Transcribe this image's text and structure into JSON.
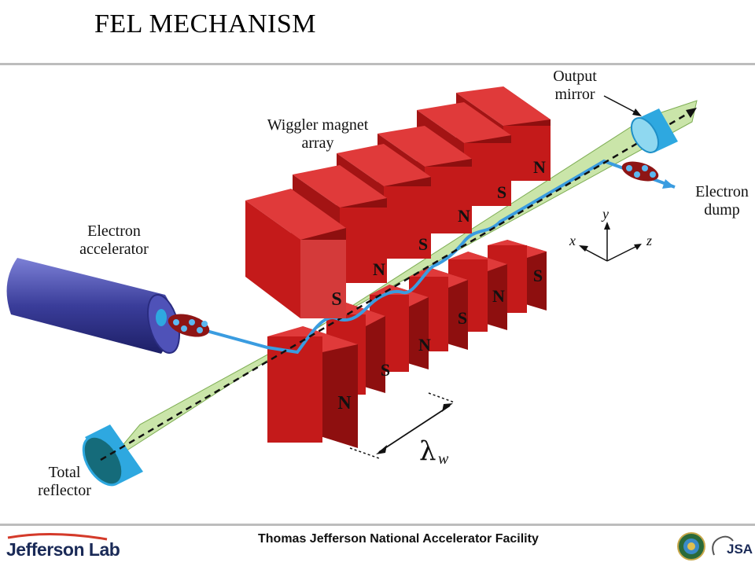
{
  "page": {
    "title": "FEL MECHANISM"
  },
  "diagram": {
    "labels": {
      "output_mirror": [
        "Output",
        "mirror"
      ],
      "wiggler": [
        "Wiggler magnet",
        "array"
      ],
      "accelerator": [
        "Electron",
        "accelerator"
      ],
      "electron_dump": [
        "Electron",
        "dump"
      ],
      "total_reflector": [
        "Total",
        "reflector"
      ],
      "axis_x": "x",
      "axis_y": "y",
      "axis_z": "z",
      "lambda_symbol": "λ",
      "lambda_subscript": "w"
    },
    "upper_poles": [
      "S",
      "N",
      "S",
      "N",
      "S",
      "N"
    ],
    "lower_poles": [
      "N",
      "S",
      "N",
      "S",
      "N",
      "S"
    ]
  },
  "footer": {
    "facility": "Thomas Jefferson National Accelerator Facility",
    "logo_text": "Jefferson Lab",
    "jsa_text": "JSA"
  },
  "colors": {
    "magnet_front": "#c41a1a",
    "magnet_top": "#e03a3a",
    "magnet_side": "#8e0f0f",
    "beam": "#b8dc8c",
    "electron_path": "#3a9ce0",
    "accelerator": "#3a3d9a",
    "mirror": "#2ea8e0"
  }
}
